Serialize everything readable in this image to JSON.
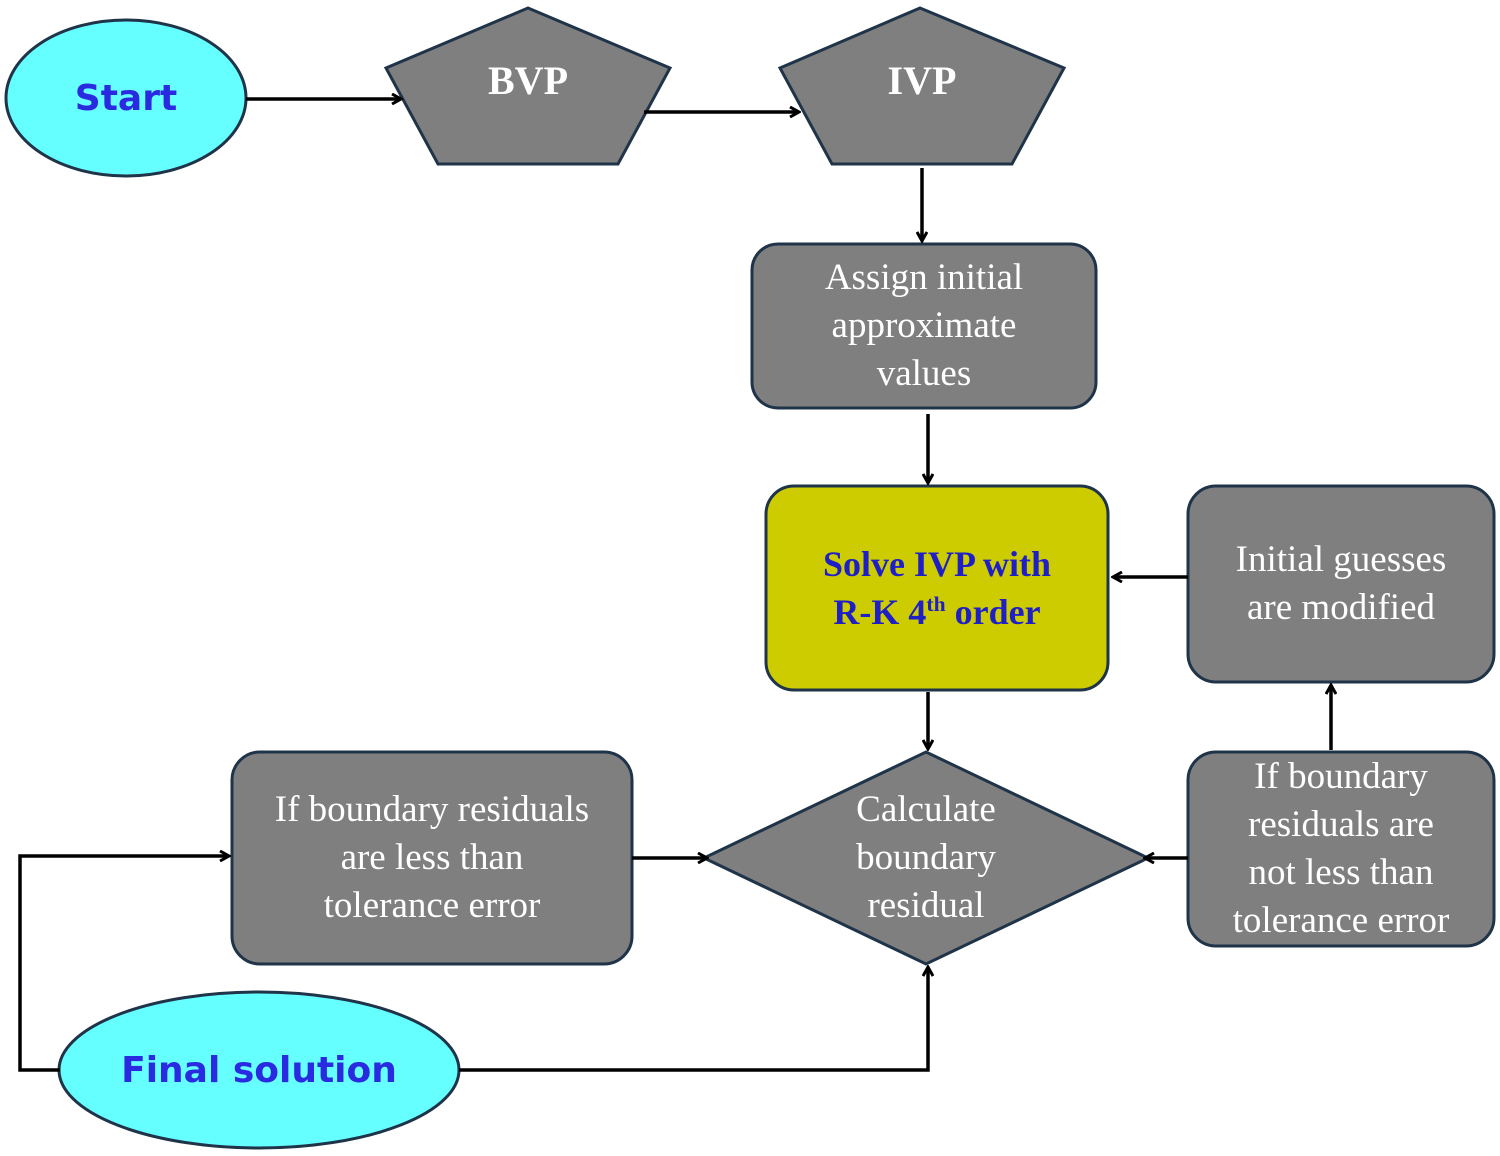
{
  "flowchart": {
    "start": "Start",
    "bvp": "BVP",
    "ivp": "IVP",
    "assign": [
      "Assign initial",
      "approximate",
      "values"
    ],
    "solve": {
      "line1": "Solve IVP with",
      "line2_prefix": "R-K 4",
      "line2_sup": "th",
      "line2_suffix": " order"
    },
    "initial_guesses": [
      "Initial guesses",
      "are modified"
    ],
    "calculate": [
      "Calculate",
      "boundary",
      "residual"
    ],
    "less_than": [
      "If boundary residuals",
      "are less than",
      "tolerance error"
    ],
    "not_less_than": [
      "If boundary",
      "residuals are",
      "not less than",
      "tolerance error"
    ],
    "final": "Final solution"
  },
  "colors": {
    "terminal_fill": "#66ffff",
    "process_fill": "#7f7f7f",
    "highlight_fill": "#cccc00",
    "border": "#1f3349",
    "arrow": "#000000"
  }
}
